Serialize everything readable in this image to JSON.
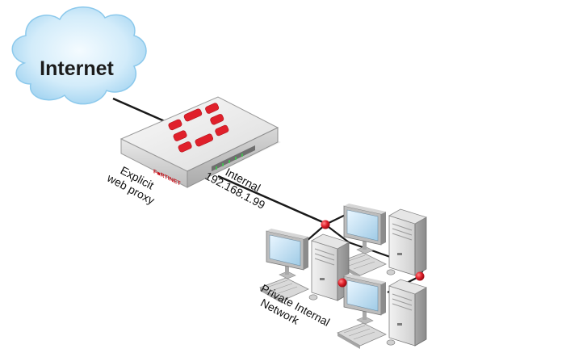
{
  "internet": {
    "label": "Internet"
  },
  "device": {
    "brand": "F■RTINET",
    "explicit_line1": "Explicit",
    "explicit_line2": "web proxy",
    "internal_line1": "Internal",
    "internal_line2": "192.168.1.99"
  },
  "network": {
    "line1": "Private Internal",
    "line2": "Network"
  },
  "colors": {
    "cloud_fill": "#c9e6f7",
    "cloud_edge": "#7ec2ea",
    "logo_red": "#e0202b",
    "node_red": "#e0202b",
    "wire": "#1a1a1a"
  }
}
